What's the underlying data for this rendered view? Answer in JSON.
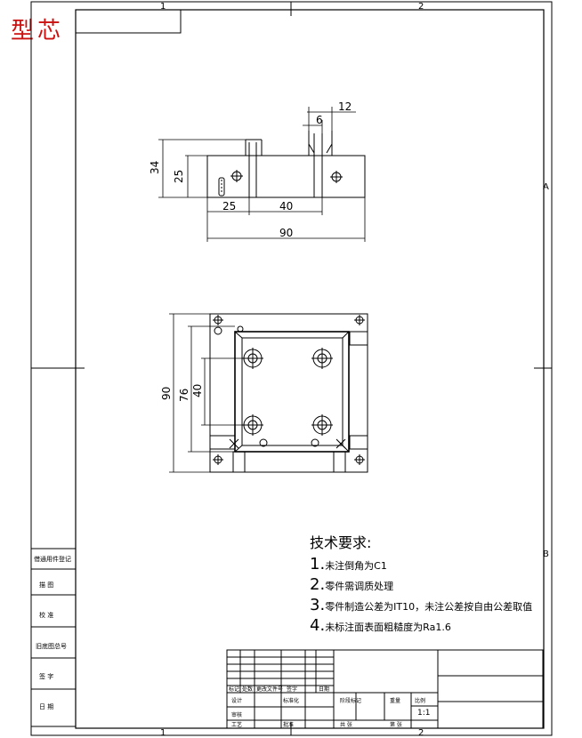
{
  "stamp": "型芯",
  "zones": {
    "top_1": "1",
    "top_2": "2",
    "bottom_1": "1",
    "bottom_2": "2",
    "right_a": "A",
    "right_b": "B"
  },
  "side_labels": [
    "借通用件登记",
    "描  图",
    "校  准",
    "旧底图总号",
    "签  字",
    "日  期"
  ],
  "dims_top": {
    "d34": "34",
    "d25": "25",
    "d6": "6",
    "d12": "12",
    "d25b": "25",
    "d40": "40",
    "d90": "90"
  },
  "dims_plan": {
    "d90": "90",
    "d76": "76",
    "d40": "40"
  },
  "requirements": {
    "heading": "技术要求:",
    "items": [
      {
        "num": "1.",
        "text": "未注倒角为C1"
      },
      {
        "num": "2.",
        "text": "零件需调质处理"
      },
      {
        "num": "3.",
        "text": "零件制造公差为IT10，未注公差按自由公差取值"
      },
      {
        "num": "4.",
        "text": "未标注面表面粗糙度为Ra1.6"
      }
    ]
  },
  "title_block": {
    "row_labels": [
      "标记",
      "处数",
      "更改文件号",
      "签字",
      "日期"
    ],
    "design": "设计",
    "standard": "标准化",
    "check": "审核",
    "process": "工艺",
    "approve": "批准",
    "stage": "阶段标记",
    "weight": "重量",
    "scale_label": "比例",
    "scale": "1:1",
    "sheets": "共   张",
    "sheet": "第   张"
  }
}
